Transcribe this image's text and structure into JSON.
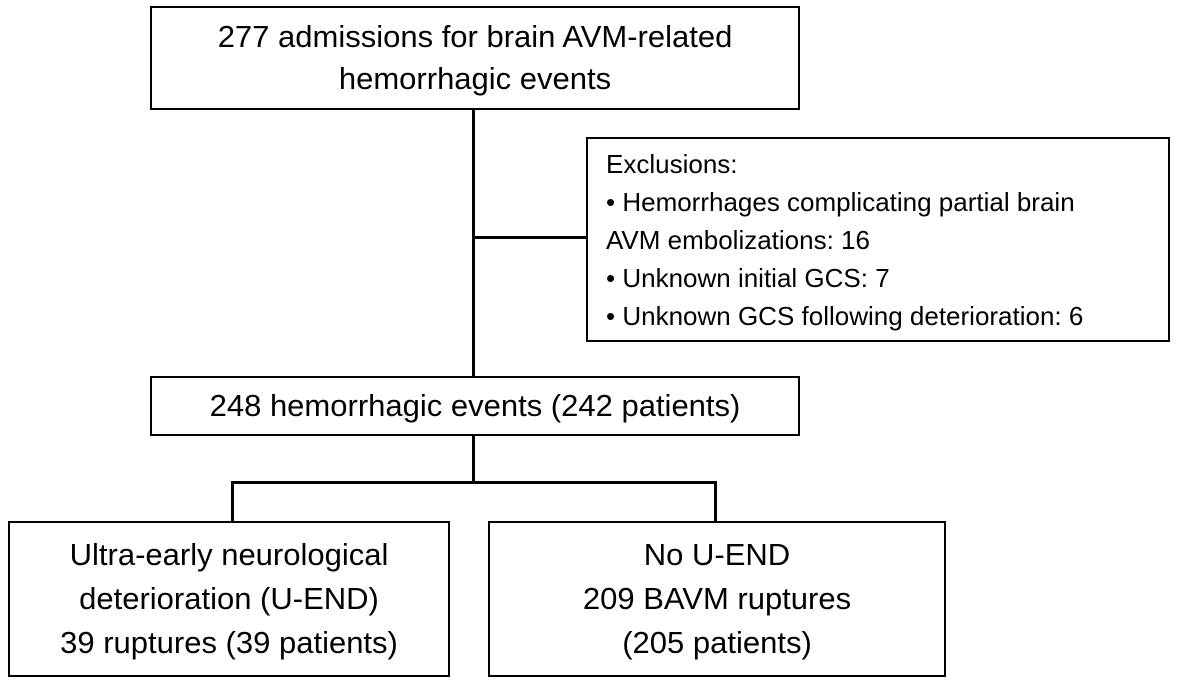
{
  "flowchart": {
    "top_box": {
      "lines": [
        "277 admissions for brain AVM-related",
        "hemorrhagic events"
      ]
    },
    "exclusions_box": {
      "lines": [
        "Exclusions:",
        "• Hemorrhages  complicating partial brain",
        "AVM embolizations: 16",
        "• Unknown initial GCS: 7",
        "• Unknown GCS following deterioration:  6"
      ]
    },
    "middle_box": {
      "lines": [
        "248 hemorrhagic events (242 patients)"
      ]
    },
    "left_box": {
      "lines": [
        "Ultra-early neurological",
        "deterioration (U-END)",
        "39 ruptures (39 patients)"
      ]
    },
    "right_box": {
      "lines": [
        "No U-END",
        "209 BAVM ruptures",
        "(205 patients)"
      ]
    }
  }
}
